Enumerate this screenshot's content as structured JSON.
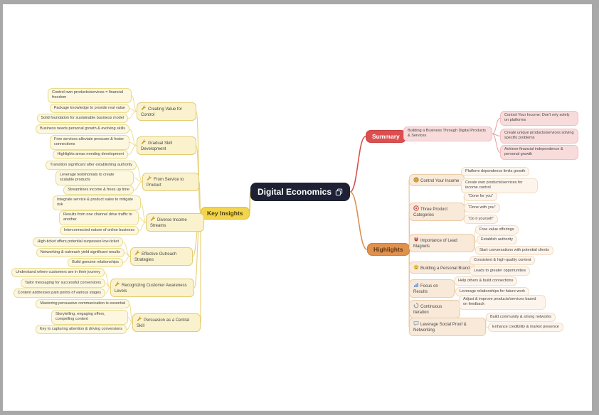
{
  "colors": {
    "central_bg": "#1d2133",
    "summary_accent": "#dd4f4f",
    "highlights_accent": "#e0914d",
    "key_insights_accent": "#f2d44d"
  },
  "central": {
    "title": "Digital Economics"
  },
  "summary": {
    "label": "Summary",
    "topic": "Building a Business Through Digital Products & Services",
    "points": [
      "Control Your Income: Don't rely solely on platforms",
      "Create unique products/services solving specific problems",
      "Achieve financial independence & personal growth"
    ]
  },
  "highlights": {
    "label": "Highlights",
    "topics": [
      {
        "icon": "money-icon",
        "label": "Control Your Income",
        "children": [
          "Platform dependence limits growth",
          "Create own products/services for income control"
        ]
      },
      {
        "icon": "target-icon",
        "label": "Three Product Categories",
        "children": [
          "“Done for you”",
          "“Done with you”",
          "“Do it yourself”"
        ]
      },
      {
        "icon": "magnet-icon",
        "label": "Importance of Lead Magnets",
        "children": [
          "Free value offerings",
          "Establish authority",
          "Start conversations with potential clients"
        ]
      },
      {
        "icon": "smiley-icon",
        "label": "Building a Personal Brand",
        "children": [
          "Consistent & high-quality content",
          "Leads to greater opportunities"
        ]
      },
      {
        "icon": "bar-chart-icon",
        "label": "Focus on Results",
        "children": [
          "Help others & build connections",
          "Leverage relationships for future work"
        ]
      },
      {
        "icon": "cycle-icon",
        "label": "Continuous Iteration",
        "children": [
          "Adjust & improve products/services based on feedback"
        ]
      },
      {
        "icon": "speech-bubble-icon",
        "label": "Leverage Social Proof & Networking",
        "children": [
          "Build community & strong networks",
          "Enhance credibility & market presence"
        ]
      }
    ]
  },
  "key_insights": {
    "label": "Key Insights",
    "topics": [
      {
        "icon": "wrench-icon",
        "label": "Creating Value for Control",
        "children": [
          "Control own products/services = financial freedom",
          "Package knowledge to provide real value",
          "Solid foundation for sustainable business model"
        ]
      },
      {
        "icon": "wrench-icon",
        "label": "Gradual Skill Development",
        "children": [
          "Business needs personal growth & evolving skills",
          "Free services alleviate pressure & foster connections",
          "Highlights areas needing development"
        ]
      },
      {
        "icon": "wrench-icon",
        "label": "From Service to Product",
        "children": [
          "Transition significant after establishing authority",
          "Leverage testimonials to create scalable products",
          "Streamlines income & frees up time"
        ]
      },
      {
        "icon": "wrench-icon",
        "label": "Diverse Income Streams",
        "children": [
          "Integrate service & product sales to mitigate risk",
          "Results from one channel drive traffic to another",
          "Interconnected nature of online business"
        ]
      },
      {
        "icon": "wrench-icon",
        "label": "Effective Outreach Strategies",
        "children": [
          "High-ticket offers potential surpasses low-ticket",
          "Networking & outreach yield significant results",
          "Build genuine relationships"
        ]
      },
      {
        "icon": "wrench-icon",
        "label": "Recognizing Customer Awareness Levels",
        "children": [
          "Understand where customers are in their journey",
          "Tailor messaging for successful conversions",
          "Content addresses pain points of various stages"
        ]
      },
      {
        "icon": "wrench-icon",
        "label": "Persuasion as a Central Skill",
        "children": [
          "Mastering persuasive communication is essential",
          "Storytelling, engaging offers, compelling content",
          "Key to capturing attention & driving conversions"
        ]
      }
    ]
  }
}
